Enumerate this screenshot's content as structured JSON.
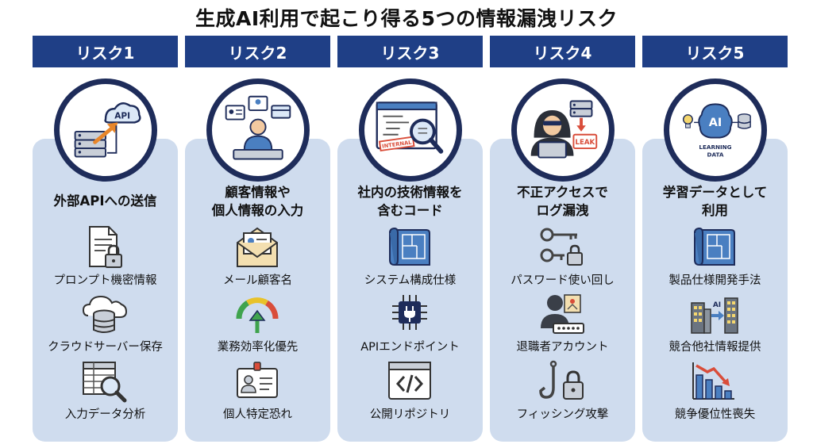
{
  "title": "生成AI利用で起こり得る5つの情報漏洩リスク",
  "columns": [
    {
      "header": "リスク1",
      "lines": [
        "外部APIへの送信"
      ],
      "emblem": "api-cloud-server",
      "emblem_text": [
        "API"
      ],
      "items": [
        {
          "label": "プロンプト機密情報",
          "icon": "document-lock"
        },
        {
          "label": "クラウドサーバー保存",
          "icon": "cloud-database"
        },
        {
          "label": "入力データ分析",
          "icon": "data-magnifier"
        }
      ]
    },
    {
      "header": "リスク2",
      "lines": [
        "顧客情報や",
        "個人情報の入力"
      ],
      "emblem": "user-data-input",
      "emblem_text": [],
      "items": [
        {
          "label": "メール顧客名",
          "icon": "mail-profile"
        },
        {
          "label": "業務効率化優先",
          "icon": "speed-gauge"
        },
        {
          "label": "個人特定恐れ",
          "icon": "id-badge"
        }
      ]
    },
    {
      "header": "リスク3",
      "lines": [
        "社内の技術情報を",
        "含むコード"
      ],
      "emblem": "code-window-search",
      "emblem_text": [
        "INTERNAL"
      ],
      "items": [
        {
          "label": "システム構成仕様",
          "icon": "blueprint"
        },
        {
          "label": "APIエンドポイント",
          "icon": "chip-plug"
        },
        {
          "label": "公開リポジトリ",
          "icon": "code-window"
        }
      ]
    },
    {
      "header": "リスク4",
      "lines": [
        "不正アクセスで",
        "ログ漏洩"
      ],
      "emblem": "hacker-leak",
      "emblem_text": [
        "LEAK"
      ],
      "items": [
        {
          "label": "パスワード使い回し",
          "icon": "keys-lock"
        },
        {
          "label": "退職者アカウント",
          "icon": "user-password"
        },
        {
          "label": "フィッシング攻撃",
          "icon": "hook-lock"
        }
      ]
    },
    {
      "header": "リスク5",
      "lines": [
        "学習データとして",
        "利用"
      ],
      "emblem": "ai-learning-data",
      "emblem_text": [
        "AI",
        "LEARNING",
        "DATA"
      ],
      "items": [
        {
          "label": "製品仕様開発手法",
          "icon": "blueprint"
        },
        {
          "label": "競合他社情報提供",
          "icon": "buildings-transfer"
        },
        {
          "label": "競争優位性喪失",
          "icon": "declining-chart"
        }
      ],
      "item_icon_text": [
        "",
        "AI",
        ""
      ]
    }
  ],
  "colors": {
    "header": "#1f3f86",
    "panel": "#cfdcee",
    "ring": "#1e2c5a",
    "accent_orange": "#e8862a",
    "accent_red": "#d94d3a",
    "accent_blue": "#4a7fc1"
  }
}
